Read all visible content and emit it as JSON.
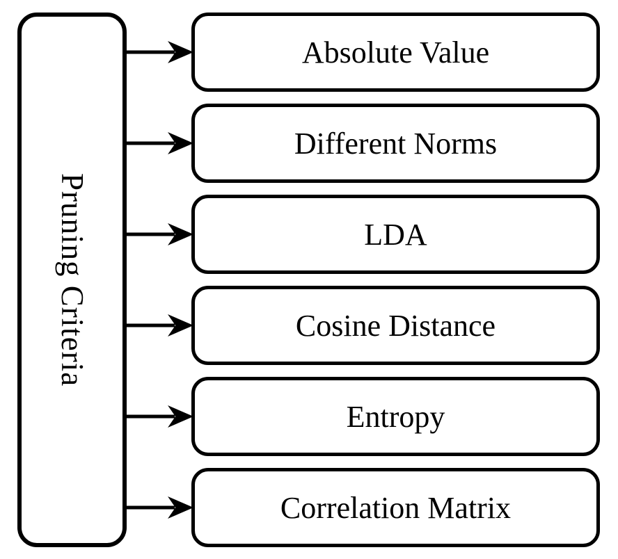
{
  "diagram": {
    "source_label": "Pruning Criteria",
    "items": [
      {
        "label": "Absolute Value"
      },
      {
        "label": "Different Norms"
      },
      {
        "label": "LDA"
      },
      {
        "label": "Cosine Distance"
      },
      {
        "label": "Entropy"
      },
      {
        "label": "Correlation Matrix"
      }
    ],
    "colors": {
      "stroke": "#000000",
      "background": "#ffffff",
      "box_fill": "#ffffff"
    }
  }
}
